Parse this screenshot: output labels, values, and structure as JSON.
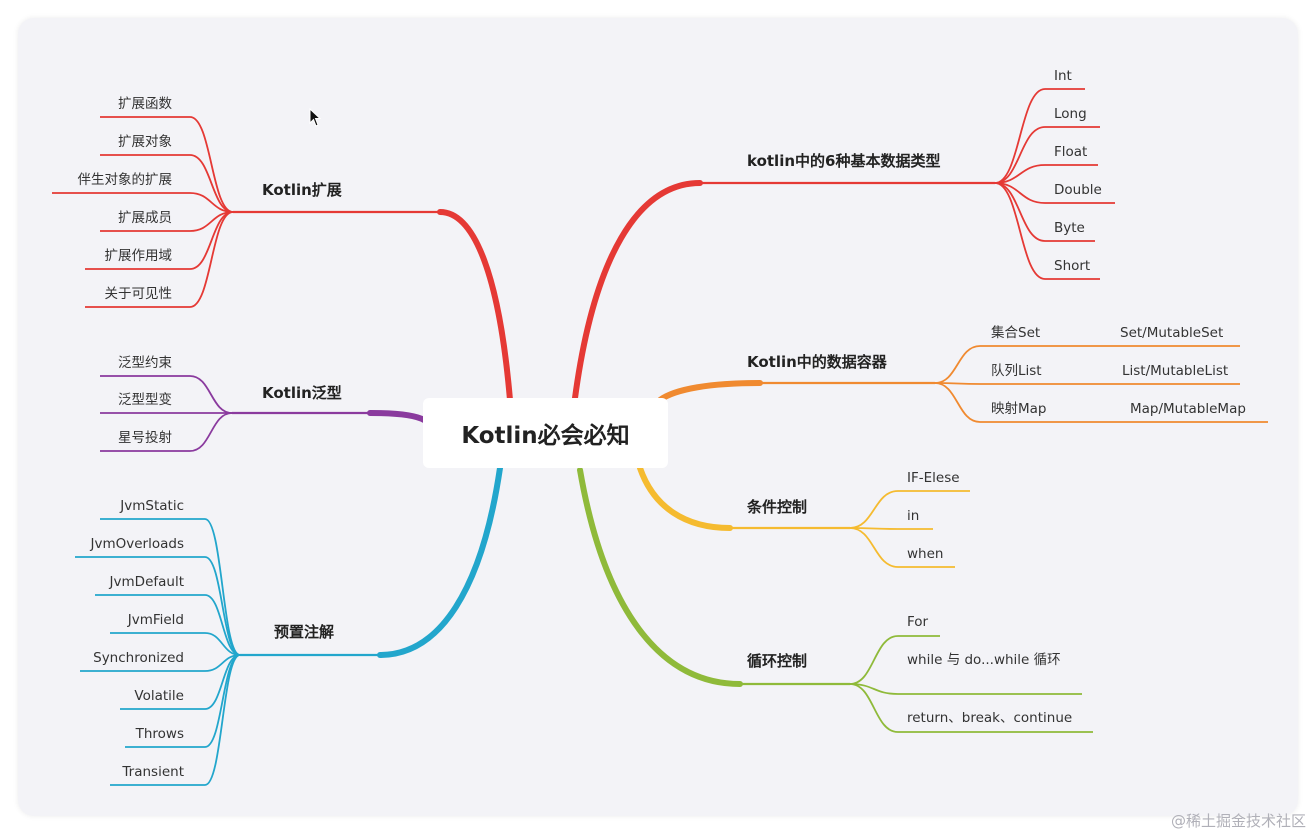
{
  "root": "Kotlin必会必知",
  "watermark": "@稀土掘金技术社区",
  "branches": [
    {
      "label": "Kotlin扩展",
      "color": "#e53935",
      "children": [
        "扩展函数",
        "扩展对象",
        "伴生对象的扩展",
        "扩展成员",
        "扩展作用域",
        "关于可见性"
      ]
    },
    {
      "label": "Kotlin泛型",
      "color": "#8a3a9e",
      "children": [
        "泛型约束",
        "泛型型变",
        "星号投射"
      ]
    },
    {
      "label": "预置注解",
      "color": "#22a6cc",
      "children": [
        "JvmStatic",
        "JvmOverloads",
        "JvmDefault",
        "JvmField",
        "Synchronized",
        "Volatile",
        "Throws",
        "Transient"
      ]
    },
    {
      "label": "kotlin中的6种基本数据类型",
      "color": "#e53935",
      "children": [
        "Int",
        "Long",
        "Float",
        "Double",
        "Byte",
        "Short"
      ]
    },
    {
      "label": "Kotlin中的数据容器",
      "color": "#f08a30",
      "children": [
        "集合Set",
        "队列List",
        "映射Map"
      ],
      "details": [
        "Set/MutableSet",
        "List/MutableList",
        "Map/MutableMap"
      ]
    },
    {
      "label": "条件控制",
      "color": "#f5bb30",
      "children": [
        "IF-Elese",
        "in",
        "when"
      ]
    },
    {
      "label": "循环控制",
      "color": "#8fba3a",
      "children": [
        "For",
        "while 与 do...while 循环",
        "return、break、continue"
      ]
    }
  ]
}
